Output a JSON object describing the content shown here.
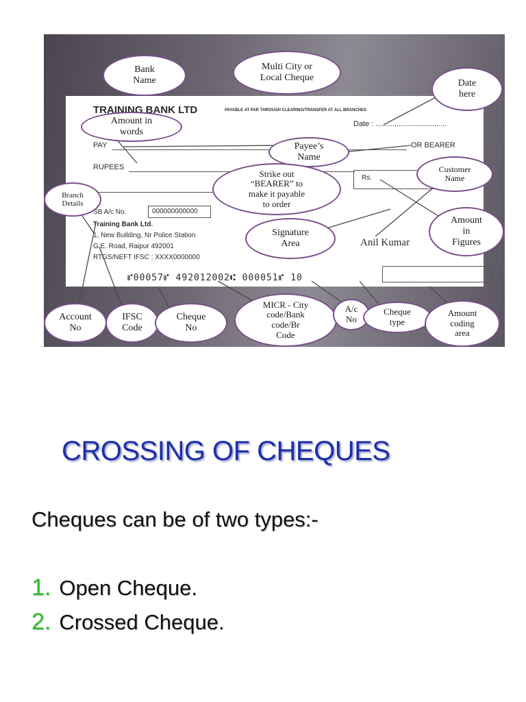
{
  "cheque": {
    "bank_name": "TRAINING BANK LTD",
    "payable_note": "PAYABLE AT PAR THROUGH CLEARING/TRANSFER AT ALL BRANCHES",
    "date_label": "Date : ..................................",
    "pay_label": "PAY",
    "or_bearer": "OR BEARER",
    "rupees_label": "RUPEES",
    "rs_label": "Rs.",
    "account_label": "SB A/c No.",
    "account_number": "000000000000",
    "branch_lines": [
      "Training Bank Ltd.",
      "1, New Building, Nr Police Station",
      "G.E. Road, Raipur 492001",
      "RTGS/NEFT IFSC : XXXX0000000"
    ],
    "micr_line": "⑈00057⑈ 492012002⑆ 000051⑈ 10",
    "signature_name": "Anil Kumar"
  },
  "callouts": {
    "bank_name": "Bank\nName",
    "multi_city": "Multi City or\nLocal Cheque",
    "date_here": "Date\nhere",
    "amount_words": "Amount in\nwords",
    "payee_name": "Payee’s\nName",
    "strike_bearer": "Strike out\n“BEARER” to\nmake it payable\nto order",
    "customer_name": "Customer\nName",
    "branch_details": "Branch\nDetails",
    "amount_figures": "Amount\nin\nFigures",
    "signature_area": "Signature\nArea",
    "account_no": "Account\nNo",
    "ifsc_code": "IFSC\nCode",
    "cheque_no": "Cheque\nNo",
    "micr": "MICR - City\ncode/Bank\ncode/Br\nCode",
    "ac_no": "A/c\nNo",
    "cheque_type": "Cheque\ntype",
    "amount_coding": "Amount\ncoding\narea"
  },
  "slide": {
    "title": "CROSSING OF CHEQUES",
    "intro": "Cheques can be of two types:-",
    "items": [
      {
        "number": "1.",
        "label": "Open Cheque."
      },
      {
        "number": "2.",
        "label": "Crossed Cheque."
      }
    ]
  },
  "colors": {
    "title": "#1c2fa8",
    "list_number": "#2ec02a",
    "bubble_border": "#7a4f8a"
  }
}
